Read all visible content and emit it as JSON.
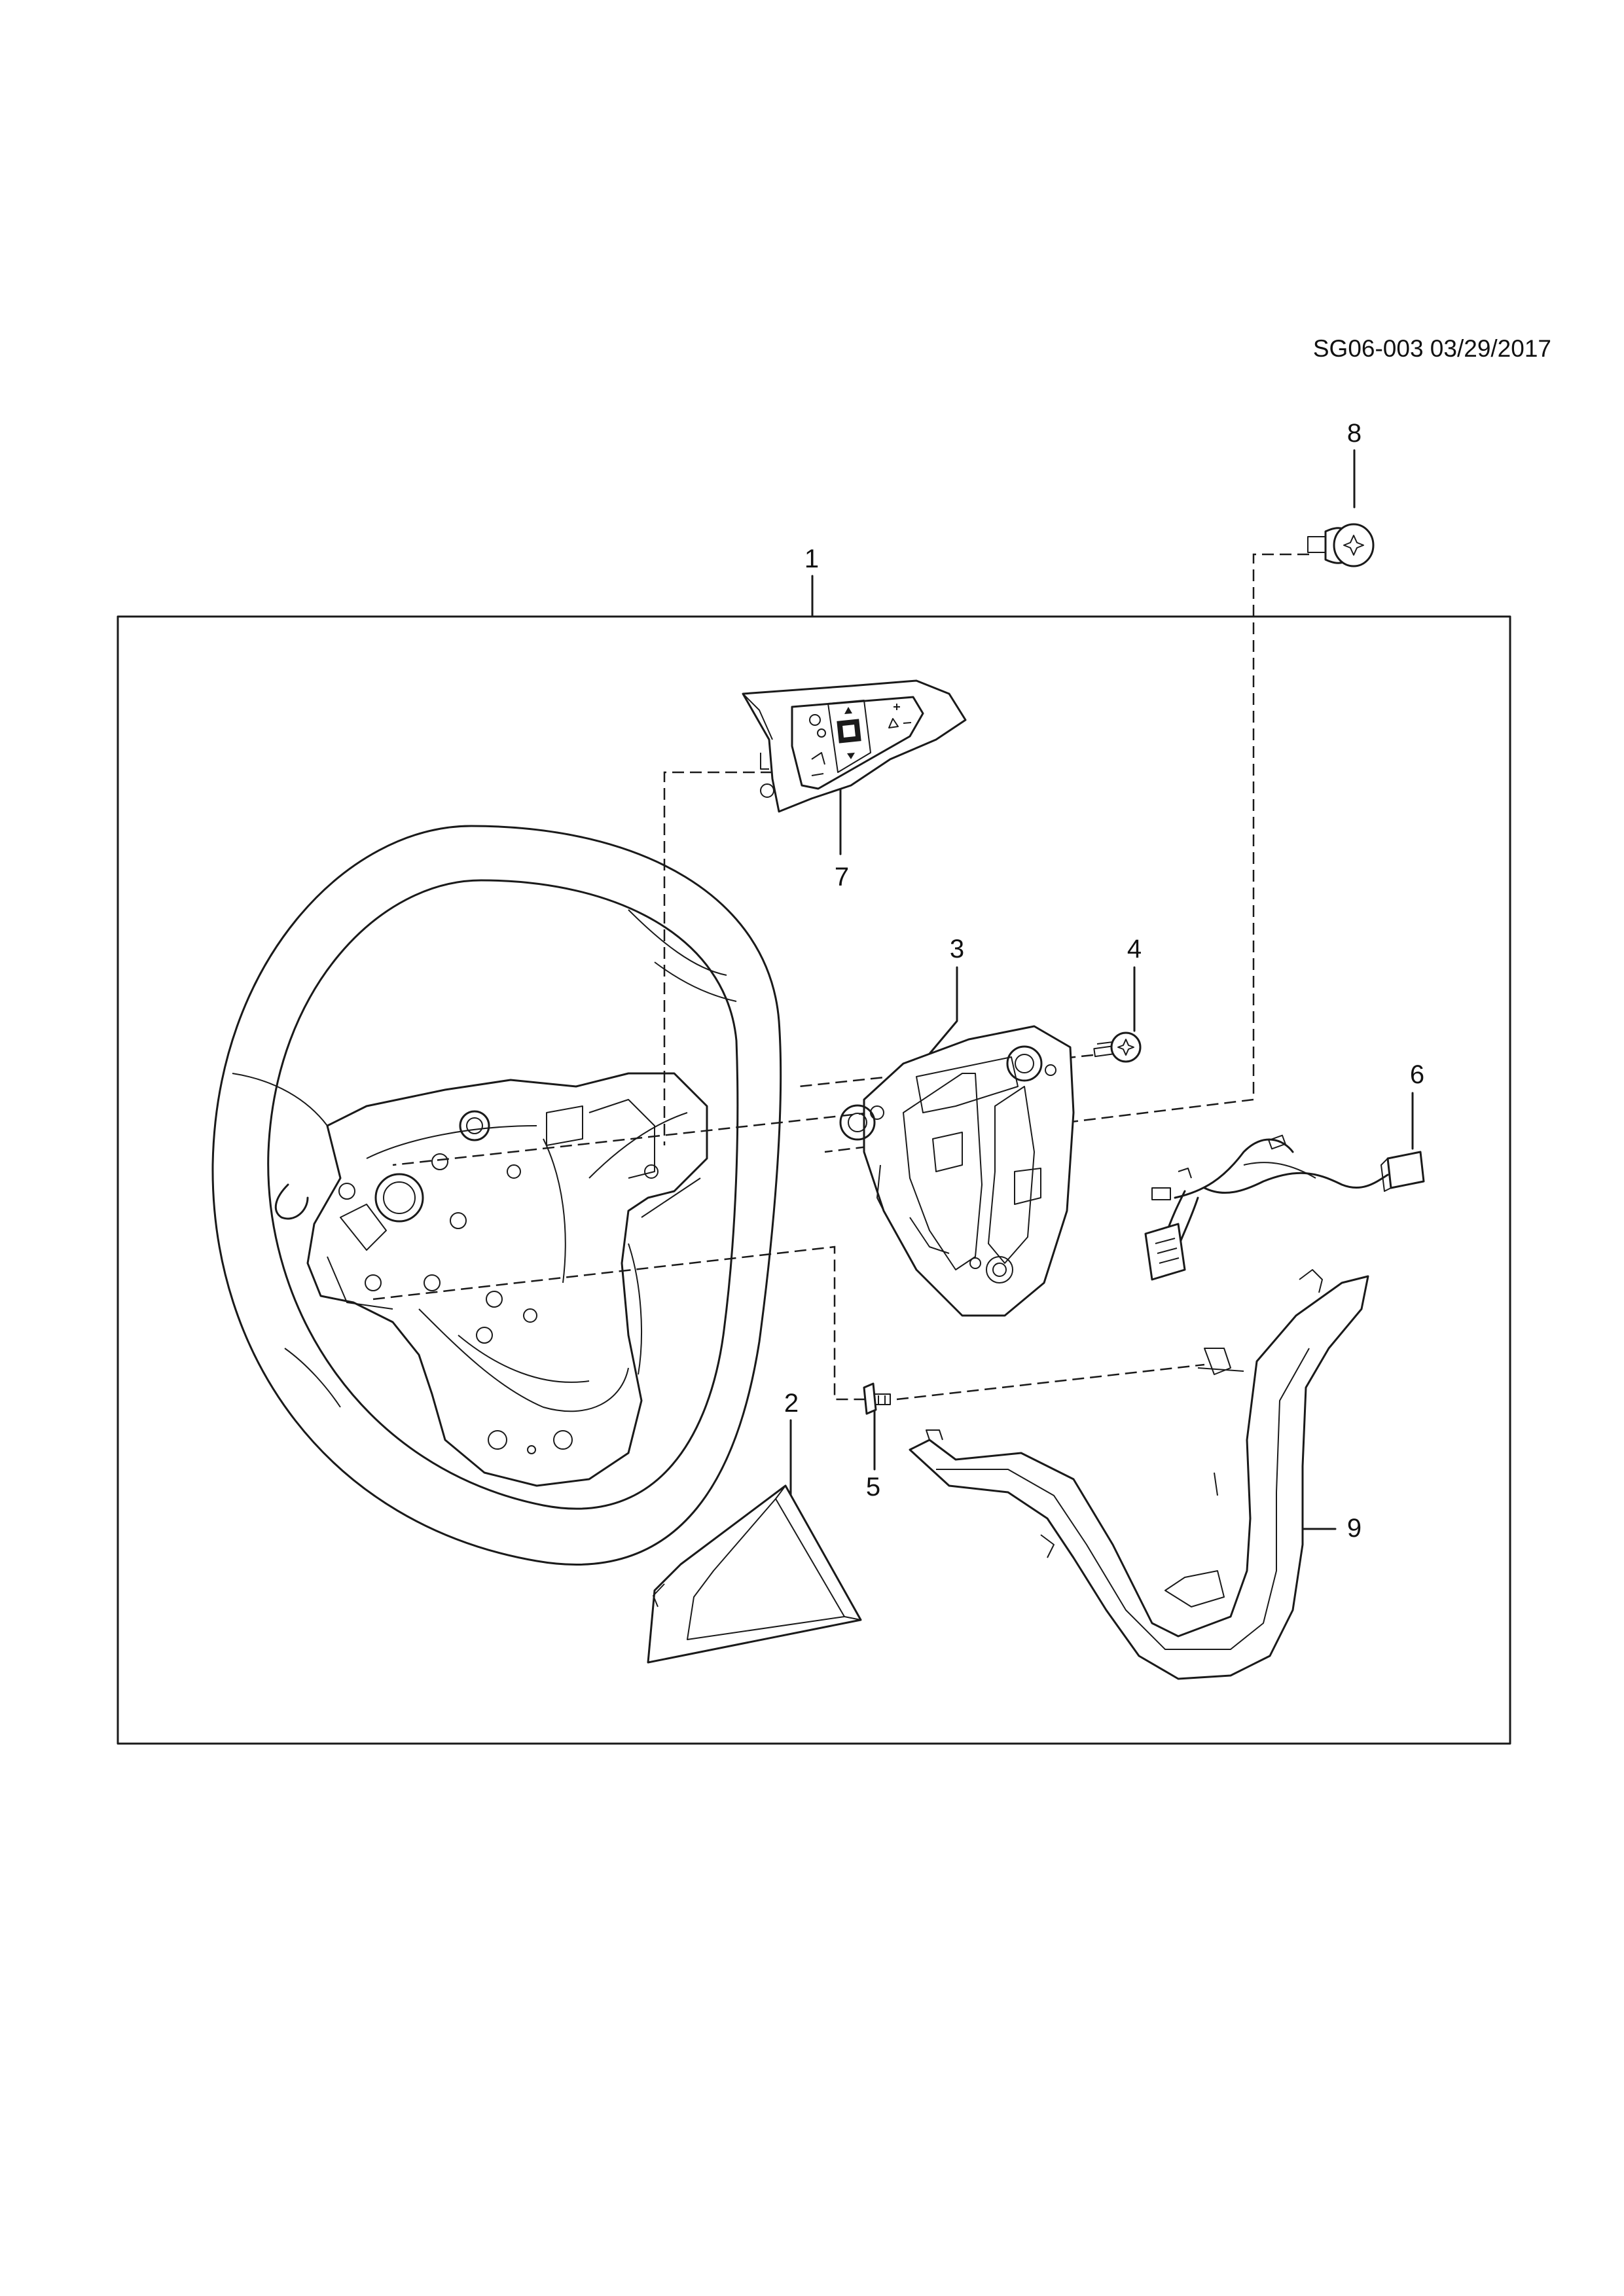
{
  "diagram_code": "SG06-003 03/29/2017",
  "callouts": [
    "1",
    "2",
    "3",
    "4",
    "5",
    "6",
    "7",
    "8",
    "9"
  ]
}
